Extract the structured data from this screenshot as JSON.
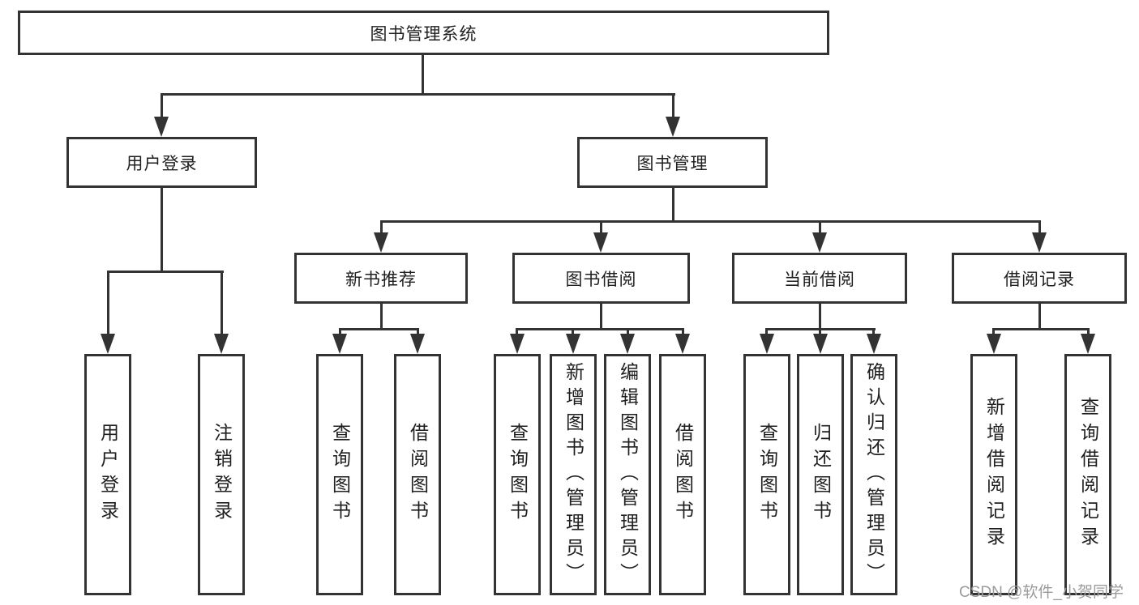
{
  "title": {
    "label": "图书管理系统"
  },
  "watermark": {
    "text": "CSDN @软件_小贺同学"
  },
  "colors": {
    "background": "#ffffff",
    "line": "#333333",
    "box_border": "#333333",
    "text": "#1f1f1f",
    "watermark": "#9b9b9b"
  },
  "nodes": {
    "level2": [
      {
        "label": "用户登录"
      },
      {
        "label": "图书管理"
      }
    ],
    "level3": [
      {
        "label": "新书推荐"
      },
      {
        "label": "图书借阅"
      },
      {
        "label": "当前借阅"
      },
      {
        "label": "借阅记录"
      }
    ],
    "leaves": {
      "user_login": [
        {
          "label": "用户登录"
        },
        {
          "label": "注销登录"
        }
      ],
      "new_book_recommend": [
        {
          "label": "查询图书"
        },
        {
          "label": "借阅图书"
        }
      ],
      "book_borrow": [
        {
          "label": "查询图书"
        },
        {
          "label": "新增图书（管理员）"
        },
        {
          "label": "编辑图书（管理员）"
        },
        {
          "label": "借阅图书"
        }
      ],
      "current_borrow": [
        {
          "label": "查询图书"
        },
        {
          "label": "归还图书"
        },
        {
          "label": "确认归还（管理员）"
        }
      ],
      "borrow_record": [
        {
          "label": "新增借阅记录"
        },
        {
          "label": "查询借阅记录"
        }
      ]
    }
  }
}
